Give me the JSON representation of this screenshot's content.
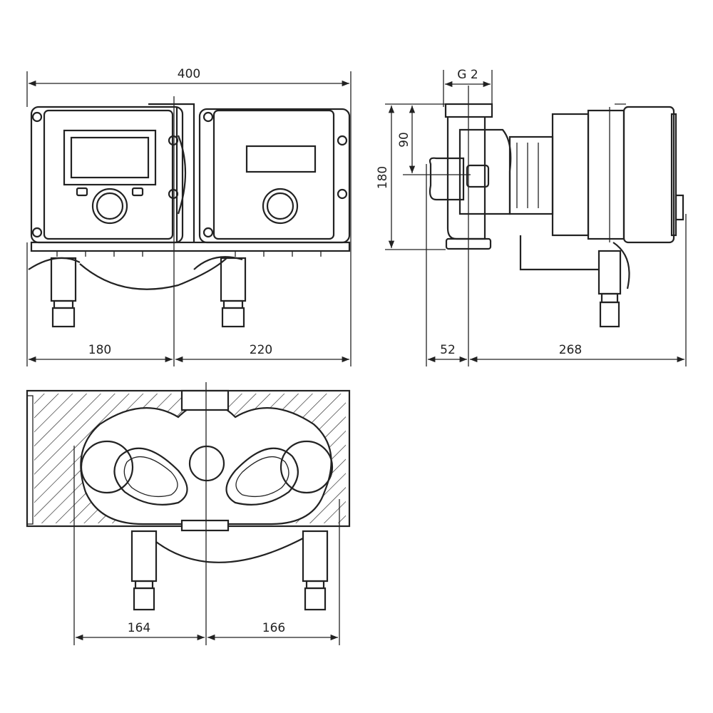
{
  "dimensions": {
    "front_total_width": "400",
    "front_left": "180",
    "front_right": "220",
    "side_connection": "G 2",
    "side_axis_height": "90",
    "side_total_height": "180",
    "side_flange_depth": "52",
    "side_motor_depth": "268",
    "top_left": "164",
    "top_right": "166"
  }
}
